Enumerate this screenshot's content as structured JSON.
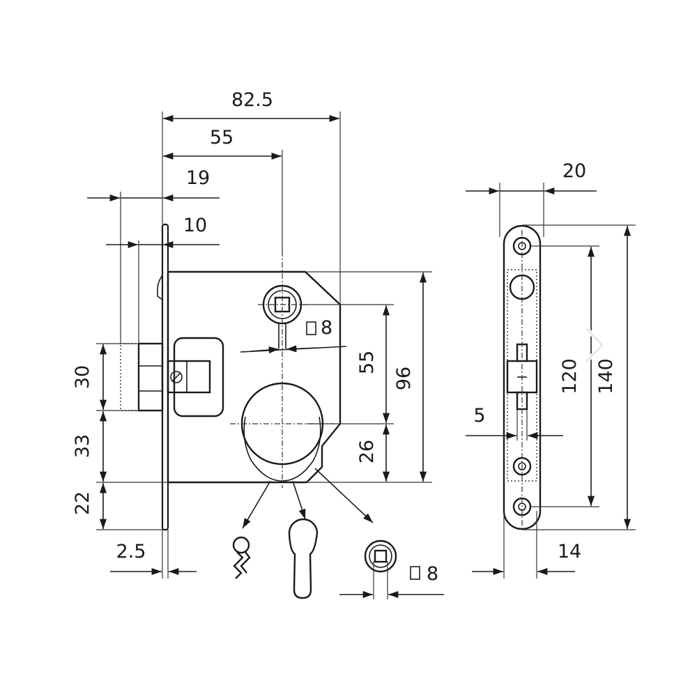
{
  "dimensions": {
    "overall_width": "82.5",
    "to_center": "55",
    "backset_19": "19",
    "latch_10": "10",
    "latch_height": "30",
    "gap_33": "33",
    "bottom_22": "22",
    "plate_thickness": "2.5",
    "square_8_top": "8",
    "spindle_to_key": "55",
    "body_height": "96",
    "key_offset": "26",
    "faceplate_width": "20",
    "screw_spacing": "120",
    "faceplate_length": "140",
    "slot_5": "5",
    "faceplate_body": "14",
    "square_8_bottom": "8"
  },
  "icons": {
    "square_symbol": "square-icon",
    "nav": "chevron-right-icon"
  },
  "colors": {
    "line": "#1a1a1a",
    "background": "#ffffff"
  }
}
